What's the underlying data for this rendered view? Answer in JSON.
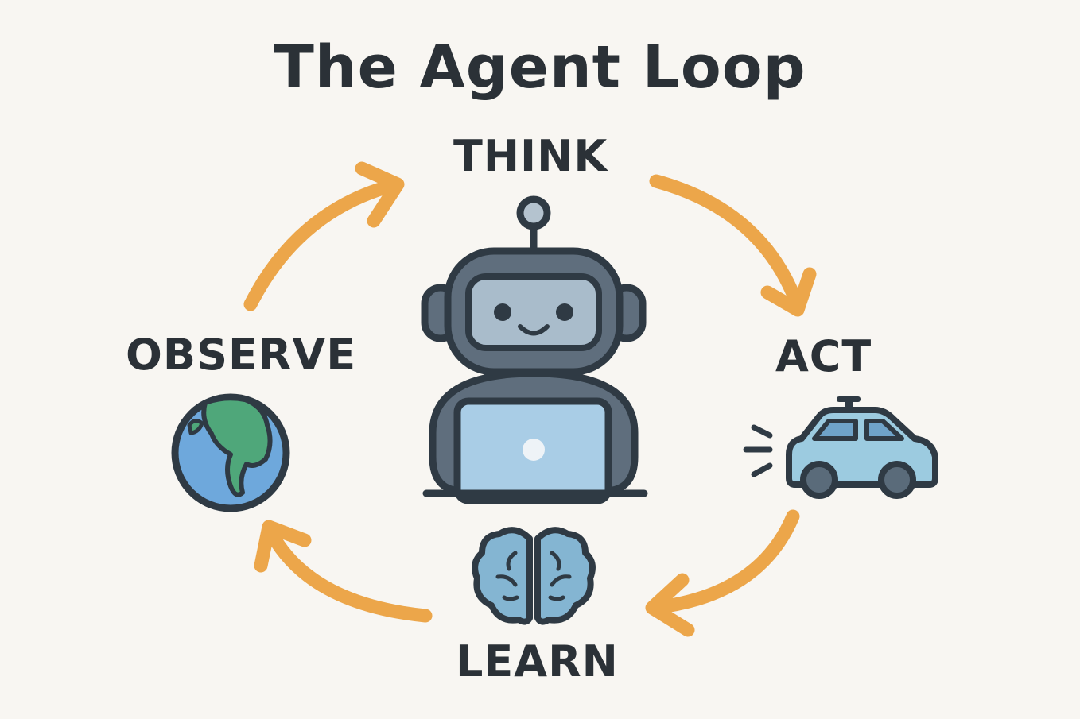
{
  "title": "The Agent Loop",
  "stages": {
    "think": "THINK",
    "act": "ACT",
    "learn": "LEARN",
    "observe": "OBSERVE"
  },
  "colors": {
    "background": "#f8f6f2",
    "text": "#2b3137",
    "arrow": "#eca64a",
    "outline": "#2f3a44",
    "robot_body": "#5f6e7d",
    "robot_face": "#a9bccb",
    "screen": "#a9cde6",
    "globe_water": "#6ea8dc",
    "globe_land": "#4fa77a",
    "car_body": "#9ccbe0",
    "car_window": "#6fa3c9",
    "car_wheel": "#5a6b7a",
    "brain": "#84b5d2"
  },
  "icons": {
    "center": "robot-icon",
    "observe": "globe-icon",
    "act": "car-icon",
    "learn": "brain-icon"
  }
}
